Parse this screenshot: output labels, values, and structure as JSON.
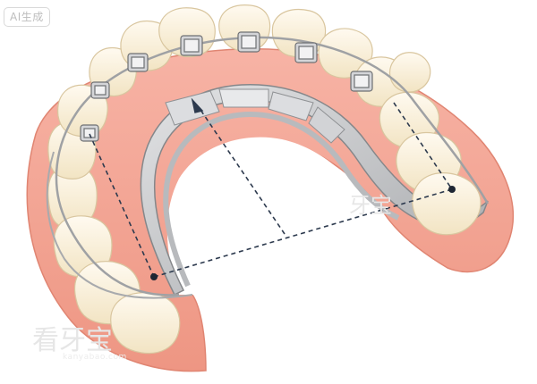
{
  "badge": {
    "label": "AI生成"
  },
  "watermarks": [
    {
      "text": "牙宝",
      "sub": ""
    },
    {
      "text": "看牙宝",
      "sub": "kanyabao.com"
    }
  ],
  "colors": {
    "gum": "#f3a596",
    "gum_dark": "#e68c7c",
    "tooth": "#fbf1da",
    "tooth_shadow": "#eadbb7",
    "metal": "#c9cacc",
    "metal_dark": "#8f9194",
    "wire": "#a8aaad",
    "guide": "#2d3a4e"
  },
  "icons": {
    "bracket": "orthodontic-bracket-icon",
    "arrow": "arrow-up-icon"
  }
}
